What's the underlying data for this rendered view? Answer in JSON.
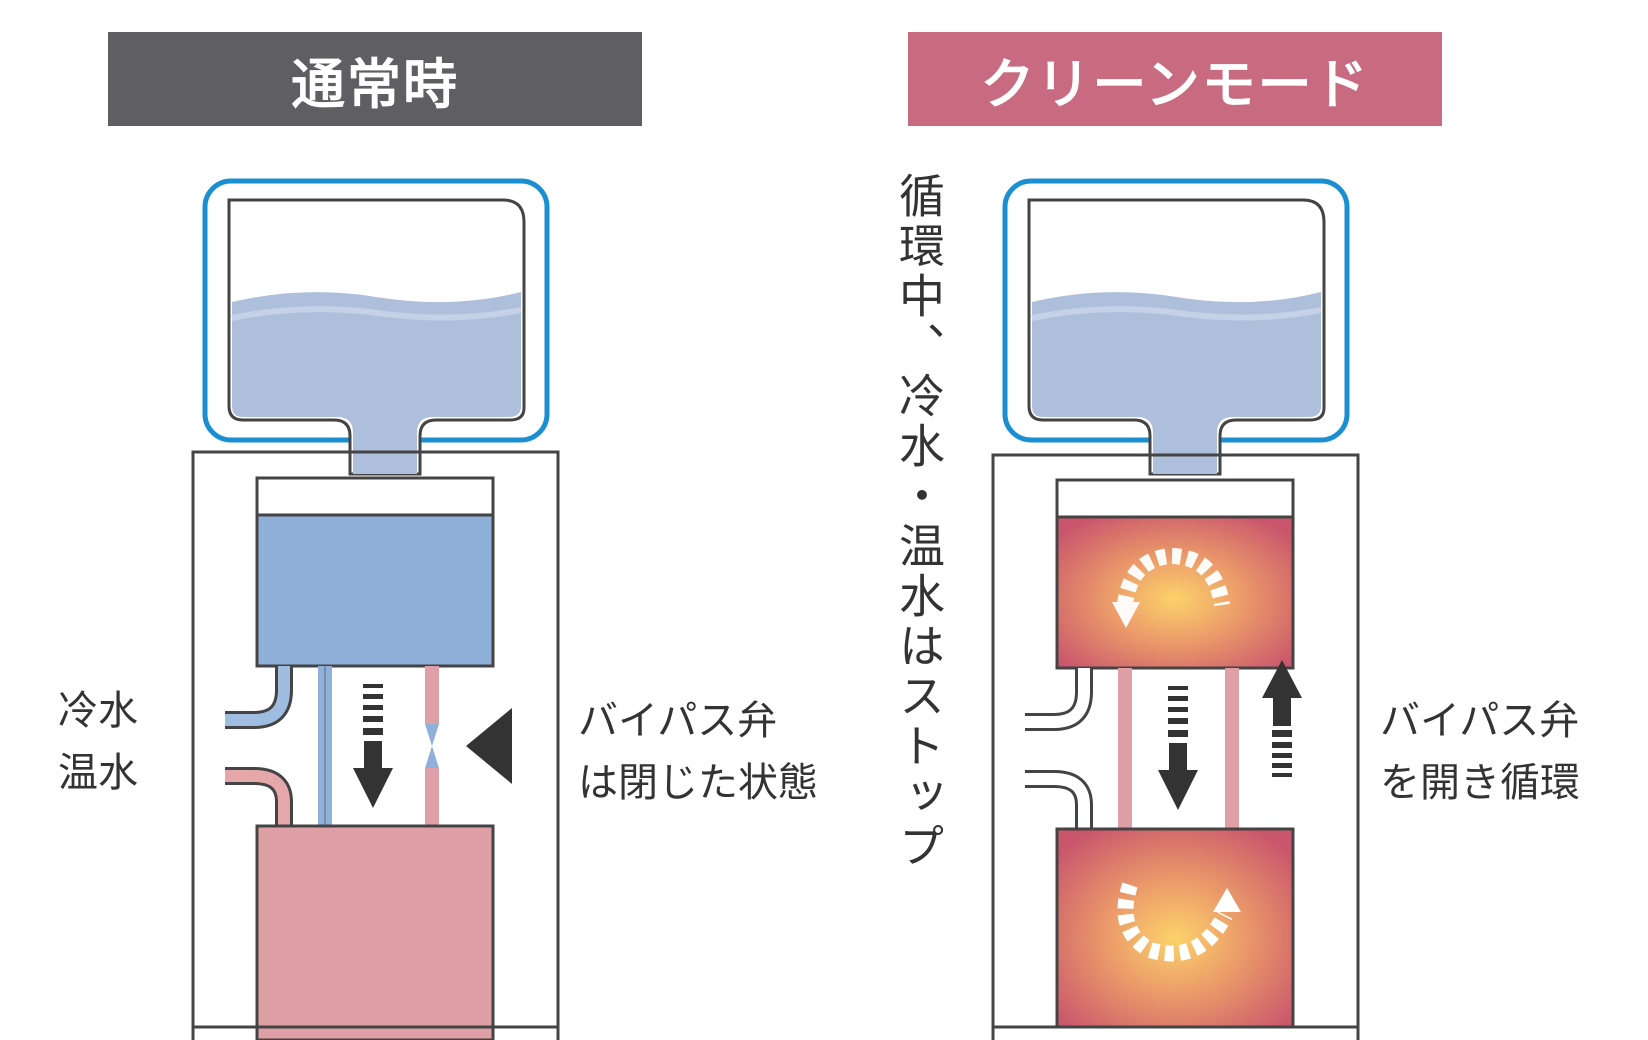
{
  "normal": {
    "title": "通常時",
    "cold_label": "冷水",
    "hot_label": "温水",
    "note_line1": "バイパス弁",
    "note_line2": "は閉じた状態"
  },
  "clean": {
    "title": "クリーンモード",
    "side_note": "循環中、冷水・温水はストップ",
    "note_line1": "バイパス弁",
    "note_line2": "を開き循環"
  },
  "colors": {
    "banner_normal": "#5f5f63",
    "banner_clean": "#c86a80",
    "bottle_outline": "#1a8fd1",
    "water": "#aebfdc",
    "cold_tank": "#8fb0d8",
    "hot_tank": "#df9fa6",
    "heating_glow": "#f7b955"
  }
}
